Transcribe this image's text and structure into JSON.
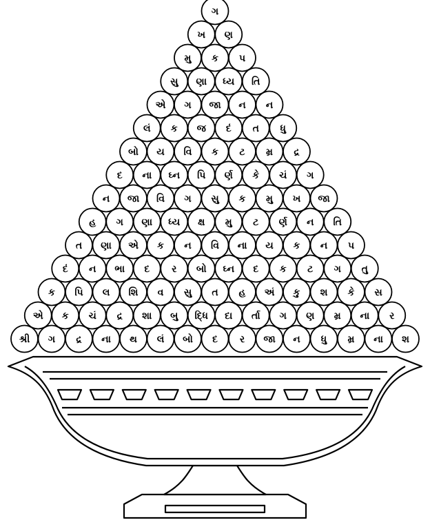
{
  "pyramid": {
    "rows": [
      [
        "ગ"
      ],
      [
        "ખ",
        "ણ"
      ],
      [
        "મુ",
        "ક",
        "પ"
      ],
      [
        "સુ",
        "ણા",
        "ધ્ય",
        "તિ"
      ],
      [
        "એ",
        "ગ",
        "જા",
        "ન",
        "ન"
      ],
      [
        "લં",
        "ક",
        "જ",
        "દં",
        "ત",
        "ધુ"
      ],
      [
        "બો",
        "ય",
        "વિ",
        "ક",
        "ટ",
        "મ્ર",
        "દ્ર"
      ],
      [
        "દ",
        "ના",
        "ઘ્ન",
        "પિ",
        "ર્ણ",
        "કે",
        "ચં",
        "ગ"
      ],
      [
        "ન",
        "જા",
        "વિ",
        "ગ",
        "સુ",
        "ક",
        "મુ",
        "ખ",
        "જા"
      ],
      [
        "હ",
        "ગ",
        "ણા",
        "ધ્ય",
        "ક્ષ",
        "મુ",
        "ટ",
        "ર્ણ",
        "ન",
        "તિ"
      ],
      [
        "ત",
        "ણા",
        "એ",
        "ક",
        "ન",
        "વિ",
        "ના",
        "ય",
        "ક",
        "ન",
        "પ"
      ],
      [
        "દં",
        "ન",
        "ભા",
        "દ",
        "ર",
        "બો",
        "ઘ્ન",
        "દ",
        "ક",
        "ટ",
        "ગ",
        "તુ"
      ],
      [
        "ક",
        "પિ",
        "લ",
        "શિ",
        "વ",
        "સુ",
        "ત",
        "હ",
        "અં",
        "કુ",
        "શ",
        "કે",
        "સ"
      ],
      [
        "એ",
        "ક",
        "ચં",
        "દ્ર",
        "શા",
        "બુ",
        "દ્ધિ",
        "દા",
        "ર્તા",
        "ગ",
        "ણ",
        "મ્ર",
        "ના",
        "ર"
      ],
      [
        "શ્રી",
        "ગ",
        "દ્ર",
        "ના",
        "થ",
        "લં",
        "બો",
        "દ",
        "ર",
        "જા",
        "ન",
        "ધુ",
        "મ્ર",
        "ના",
        "શ"
      ]
    ]
  },
  "bowl": {
    "icon": "urn-bowl-icon",
    "decorative_squares": 10
  },
  "colors": {
    "line": "#000000",
    "background": "#ffffff"
  }
}
